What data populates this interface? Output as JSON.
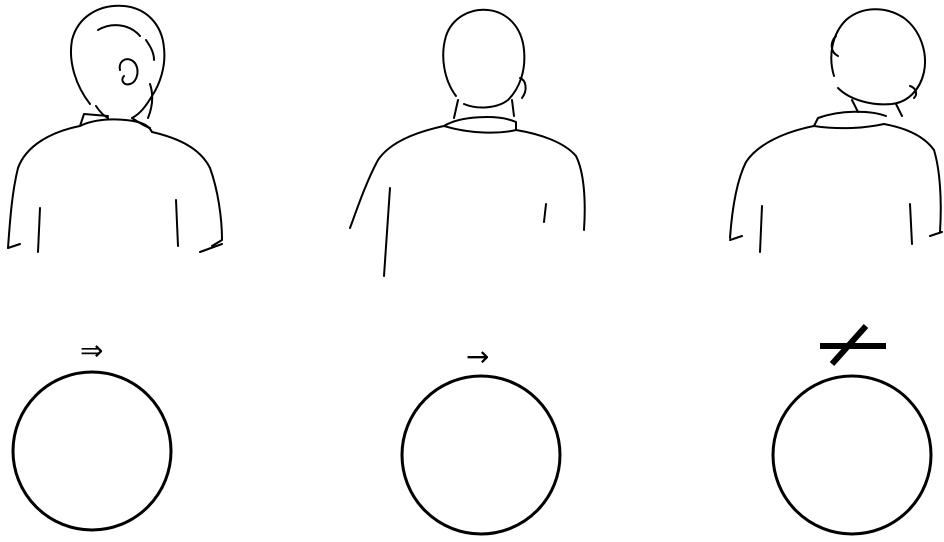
{
  "panels": [
    {
      "id": "left",
      "view": "head-turned-right",
      "symbol": "⇒",
      "symbol_name": "double-arrow-right"
    },
    {
      "id": "center",
      "view": "head-slightly-turned",
      "symbol": "→",
      "symbol_name": "single-arrow-right"
    },
    {
      "id": "right",
      "view": "head-tilted",
      "symbol": "",
      "symbol_name": "negated-bar"
    }
  ],
  "colors": {
    "ink": "#000000",
    "background": "#ffffff"
  }
}
